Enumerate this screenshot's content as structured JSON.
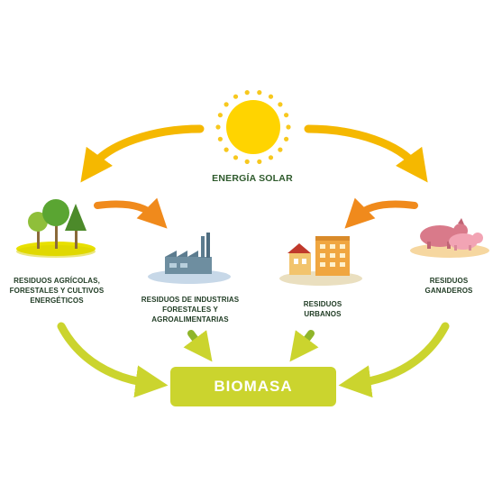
{
  "sun": {
    "label": "ENERGÍA SOLAR",
    "color": "#ffd400"
  },
  "sources": [
    {
      "id": "agricolas",
      "label": "RESIDUOS AGRÍCOLAS, FORESTALES Y CULTIVOS ENERGÉTICOS",
      "icon": "trees-icon"
    },
    {
      "id": "industrias",
      "label": "RESIDUOS DE INDUSTRIAS FORESTALES Y AGROALIMENTARIAS",
      "icon": "factory-icon"
    },
    {
      "id": "urbanos",
      "label": "RESIDUOS URBANOS",
      "icon": "buildings-icon"
    },
    {
      "id": "ganaderos",
      "label": "RESIDUOS GANADEROS",
      "icon": "pigs-icon"
    }
  ],
  "target": {
    "label": "BIOMASA",
    "color": "#cbd42e"
  },
  "colors": {
    "sun_arrow": "#f5b800",
    "inner_arrow": "#f08a1c",
    "biomass_arrow": "#cbd42e",
    "text": "#1f3b23"
  }
}
